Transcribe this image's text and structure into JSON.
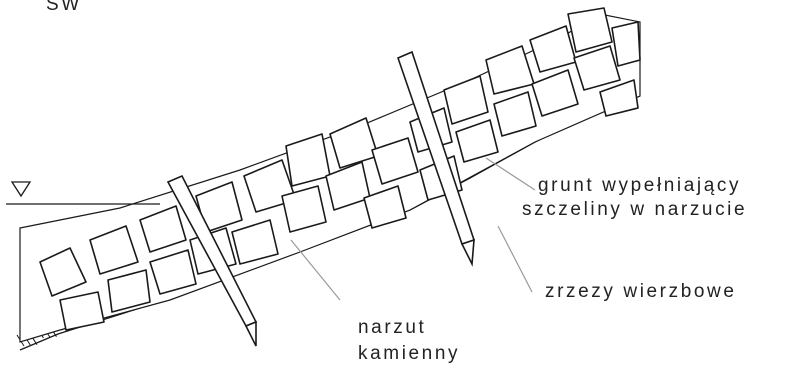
{
  "corner_label": "SW",
  "labels": {
    "fill": [
      "grunt wypełniający",
      "szczeliny w narzucie"
    ],
    "cuttings": "zrzezy wierzbowe",
    "riprap": [
      "narzut",
      "kamienny"
    ]
  },
  "icons": {
    "water_level": "water-level-triangle-icon"
  },
  "colors": {
    "ink": "#1a1a1a",
    "paper": "#ffffff",
    "leader": "#9a9a9a"
  }
}
